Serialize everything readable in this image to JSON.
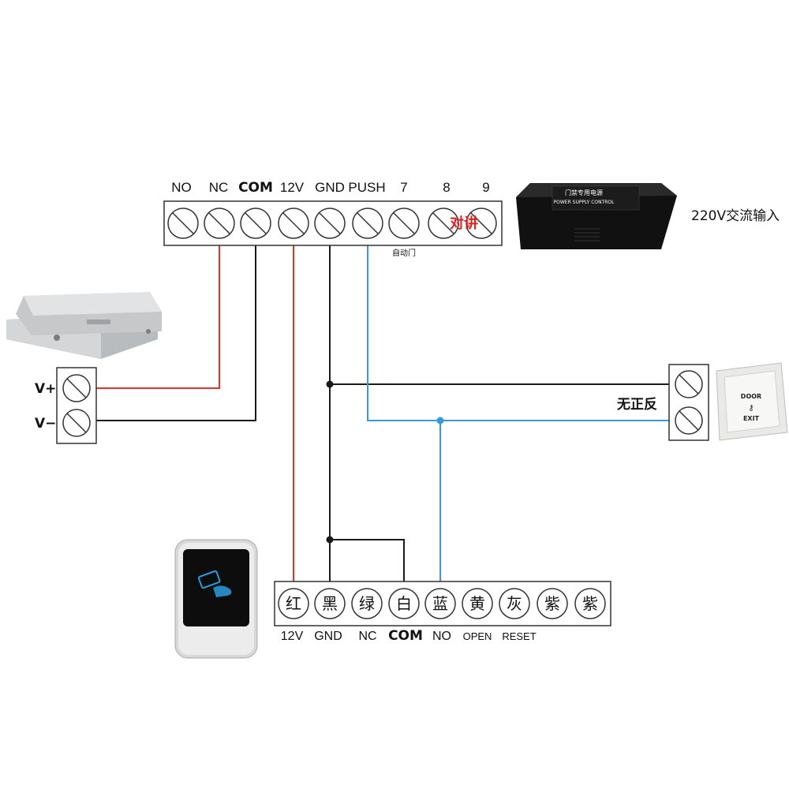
{
  "controller_terminals": [
    {
      "label": "NO",
      "bold": false
    },
    {
      "label": "NC",
      "bold": false
    },
    {
      "label": "COM",
      "bold": true
    },
    {
      "label": "12V",
      "bold": false
    },
    {
      "label": "GND",
      "bold": false
    },
    {
      "label": "PUSH",
      "bold": false
    },
    {
      "label": "7",
      "bold": false
    },
    {
      "label": "8",
      "bold": false
    },
    {
      "label": "9",
      "bold": false
    }
  ],
  "auto_door_label": "自动门",
  "intercom_label": "对讲",
  "power_supply": {
    "input_label": "220V交流输入",
    "box_title": "门禁专用电源",
    "box_subtitle": "POWER SUPPLY CONTROL"
  },
  "lock": {
    "plus_label": "V+",
    "minus_label": "V−"
  },
  "exit_button": {
    "polarity_label": "无正反",
    "text_top": "DOOR",
    "text_bottom": "EXIT"
  },
  "reader_terminals": [
    {
      "color_name": "红"
    },
    {
      "color_name": "黑"
    },
    {
      "color_name": "绿"
    },
    {
      "color_name": "白"
    },
    {
      "color_name": "蓝"
    },
    {
      "color_name": "黄"
    },
    {
      "color_name": "灰"
    },
    {
      "color_name": "紫"
    },
    {
      "color_name": "紫"
    }
  ],
  "reader_labels": [
    {
      "label": "12V",
      "bold": false
    },
    {
      "label": "GND",
      "bold": false
    },
    {
      "label": "NC",
      "bold": false
    },
    {
      "label": "COM",
      "bold": true
    },
    {
      "label": "NO",
      "bold": false
    },
    {
      "label": "OPEN",
      "bold": false
    },
    {
      "label": "RESET",
      "bold": false
    }
  ],
  "colors": {
    "red_wire": "#d9362b",
    "black_wire": "#1a1a1a",
    "blue_wire": "#3a9ad9"
  }
}
